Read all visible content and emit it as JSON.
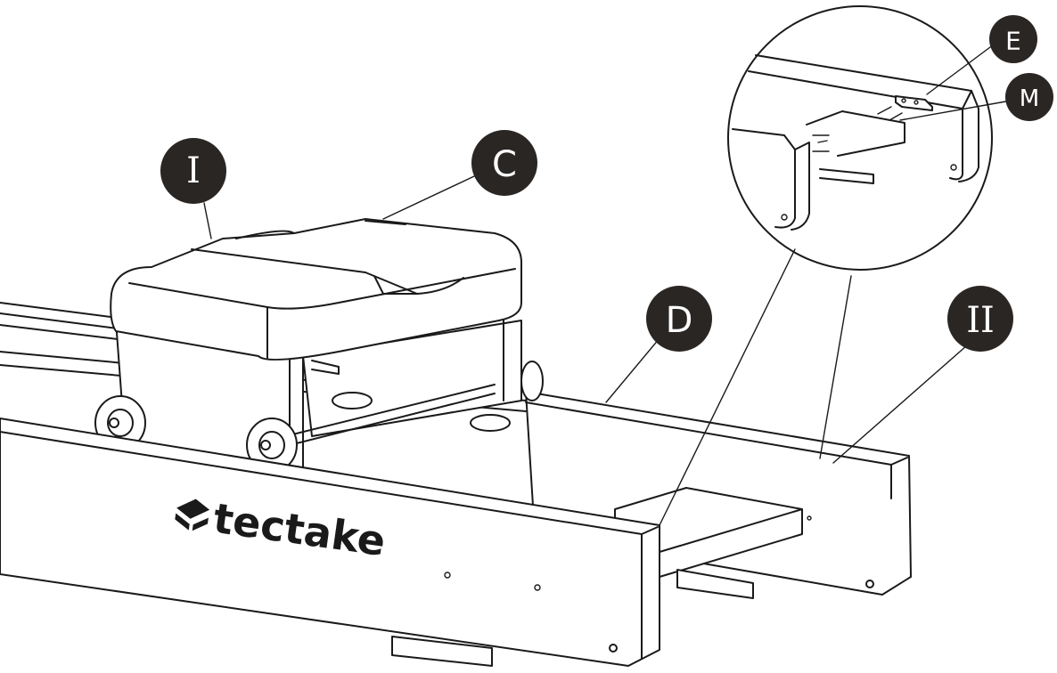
{
  "brand": {
    "name": "tectake"
  },
  "labels": {
    "seat_step": "I",
    "seat_part": "C",
    "rail_part": "D",
    "rail_step": "II",
    "detail_part_e": "E",
    "detail_part_m": "M"
  },
  "colors": {
    "badge": "#2a2624",
    "line": "#1a1a1a",
    "background": "#ffffff"
  }
}
